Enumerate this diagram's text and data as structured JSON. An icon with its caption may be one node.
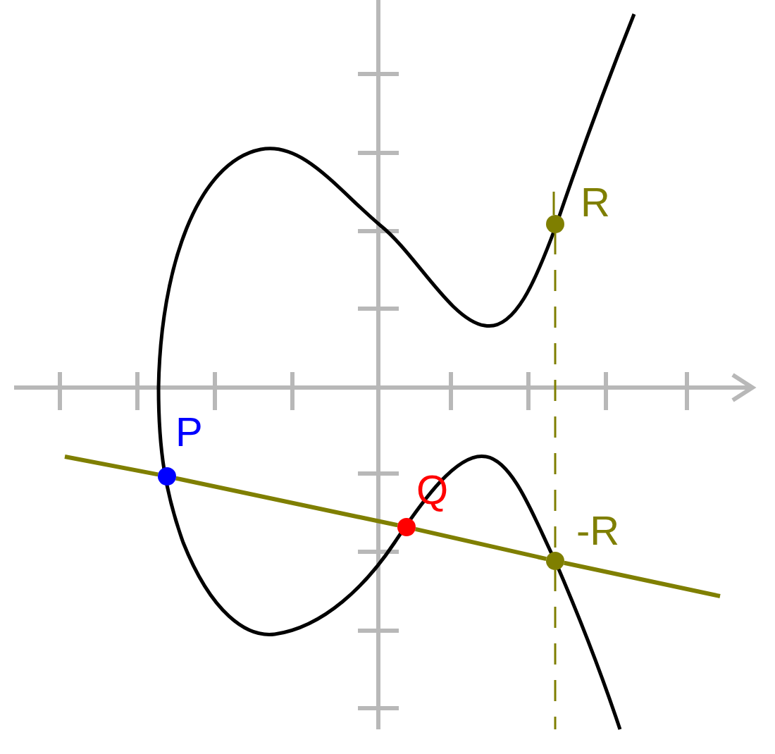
{
  "diagram": {
    "nodes": [
      {
        "text": [
          "P"
        ]
      },
      {
        "text": [
          "Q"
        ]
      },
      {
        "text": [
          "R"
        ]
      },
      {
        "text": [
          "-R"
        ]
      }
    ],
    "edges": [
      {
        "from": 0,
        "to": 1,
        "arrow": "none"
      },
      {
        "from": 1,
        "to": 3,
        "arrow": "none"
      },
      {
        "from": 2,
        "to": 3,
        "arrow": "none",
        "style": "dashed"
      }
    ]
  }
}
